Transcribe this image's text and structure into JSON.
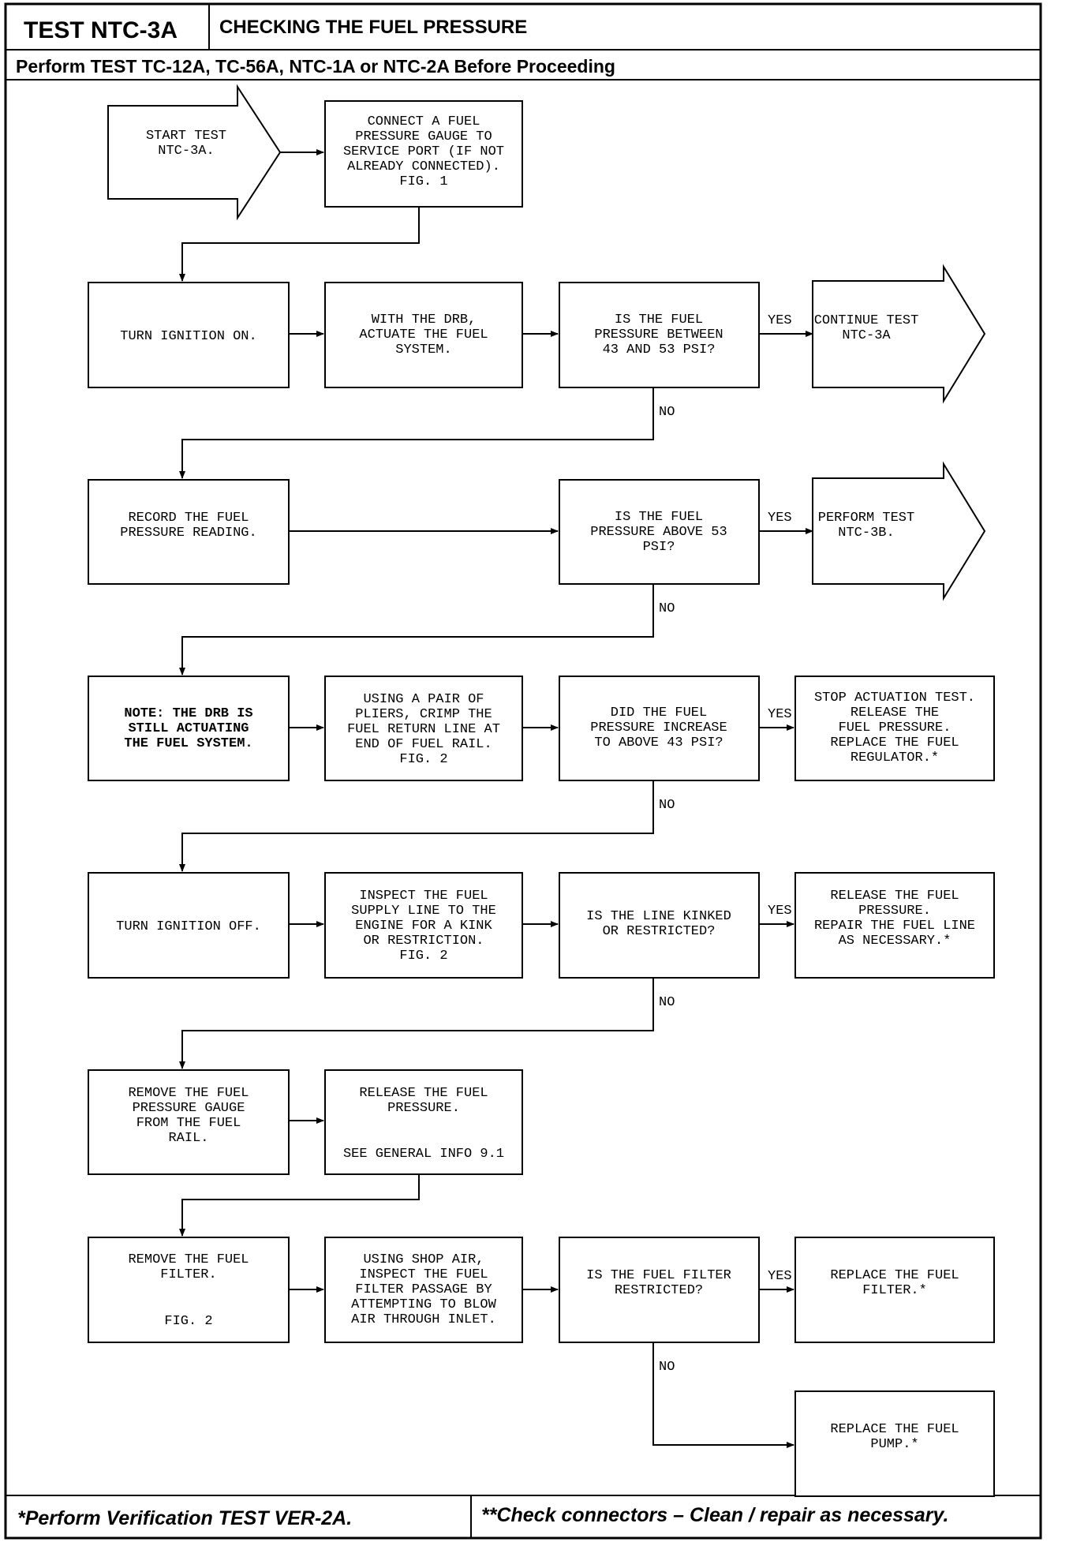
{
  "header": {
    "test_id": "TEST NTC-3A",
    "title": "CHECKING THE FUEL PRESSURE",
    "prerequisite": "Perform TEST TC-12A, TC-56A, NTC-1A or NTC-2A Before Proceeding"
  },
  "footer": {
    "left": "*Perform Verification TEST VER-2A.",
    "right": "**Check connectors – Clean / repair as necessary."
  },
  "flow": {
    "start": [
      "START TEST",
      "NTC-3A."
    ],
    "connect_gauge": [
      "CONNECT A FUEL",
      "PRESSURE GAUGE TO",
      "SERVICE PORT (IF NOT",
      "ALREADY CONNECTED).",
      "FIG. 1"
    ],
    "ignition_on": [
      "TURN IGNITION ON."
    ],
    "actuate": [
      "WITH THE DRB,",
      "ACTUATE THE FUEL",
      "SYSTEM."
    ],
    "q_between": [
      "IS THE FUEL",
      "PRESSURE BETWEEN",
      "43 AND 53 PSI?"
    ],
    "continue": [
      "CONTINUE TEST",
      "NTC-3A"
    ],
    "record": [
      "RECORD THE FUEL",
      "PRESSURE READING."
    ],
    "q_above53": [
      "IS THE FUEL",
      "PRESSURE ABOVE 53",
      "PSI?"
    ],
    "perform_3b": [
      "PERFORM TEST",
      "NTC-3B."
    ],
    "note": [
      "NOTE: THE DRB IS",
      "STILL ACTUATING",
      "THE FUEL SYSTEM."
    ],
    "crimp": [
      "USING A PAIR OF",
      "PLIERS, CRIMP THE",
      "FUEL RETURN LINE AT",
      "END OF FUEL RAIL.",
      "FIG. 2"
    ],
    "q_increase": [
      "DID THE FUEL",
      "PRESSURE INCREASE",
      "TO ABOVE 43 PSI?"
    ],
    "replace_regulator": [
      "STOP ACTUATION TEST.",
      "RELEASE THE",
      "FUEL PRESSURE.",
      "REPLACE THE FUEL",
      "REGULATOR.*"
    ],
    "ignition_off": [
      "TURN IGNITION OFF."
    ],
    "inspect_supply": [
      "INSPECT THE FUEL",
      "SUPPLY LINE TO THE",
      "ENGINE FOR A KINK",
      "OR RESTRICTION.",
      "FIG. 2"
    ],
    "q_kinked": [
      "IS THE LINE KINKED",
      "OR RESTRICTED?"
    ],
    "repair_line": [
      "RELEASE THE FUEL",
      "PRESSURE.",
      "REPAIR THE FUEL LINE",
      "AS NECESSARY.*"
    ],
    "remove_gauge": [
      "REMOVE THE FUEL",
      "PRESSURE GAUGE",
      "FROM THE FUEL",
      "RAIL."
    ],
    "release_pressure": [
      "RELEASE THE FUEL",
      "PRESSURE."
    ],
    "release_ref": "SEE GENERAL INFO 9.1",
    "remove_filter": [
      "REMOVE THE FUEL",
      "FILTER."
    ],
    "remove_filter_ref": "FIG. 2",
    "shop_air": [
      "USING SHOP AIR,",
      "INSPECT THE FUEL",
      "FILTER PASSAGE BY",
      "ATTEMPTING TO BLOW",
      "AIR THROUGH INLET."
    ],
    "q_filter": [
      "IS THE FUEL FILTER",
      "RESTRICTED?"
    ],
    "replace_filter": [
      "REPLACE THE FUEL",
      "FILTER.*"
    ],
    "replace_pump": [
      "REPLACE THE FUEL",
      "PUMP.*"
    ]
  },
  "labels": {
    "yes": "YES",
    "no": "NO"
  }
}
